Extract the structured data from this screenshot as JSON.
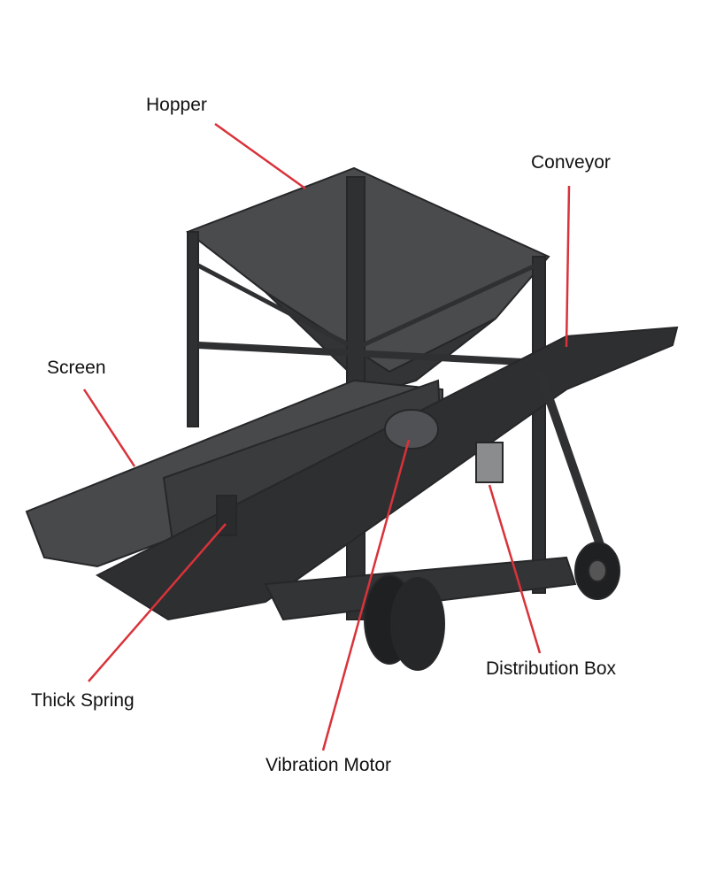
{
  "labels": {
    "hopper": "Hopper",
    "conveyor": "Conveyor",
    "screen": "Screen",
    "thick_spring": "Thick Spring",
    "vibration_motor": "Vibration Motor",
    "distribution_box": "Distribution Box"
  },
  "colors": {
    "leader_line": "#d9323a",
    "machine": "#3a3b3d",
    "background": "#ffffff"
  }
}
